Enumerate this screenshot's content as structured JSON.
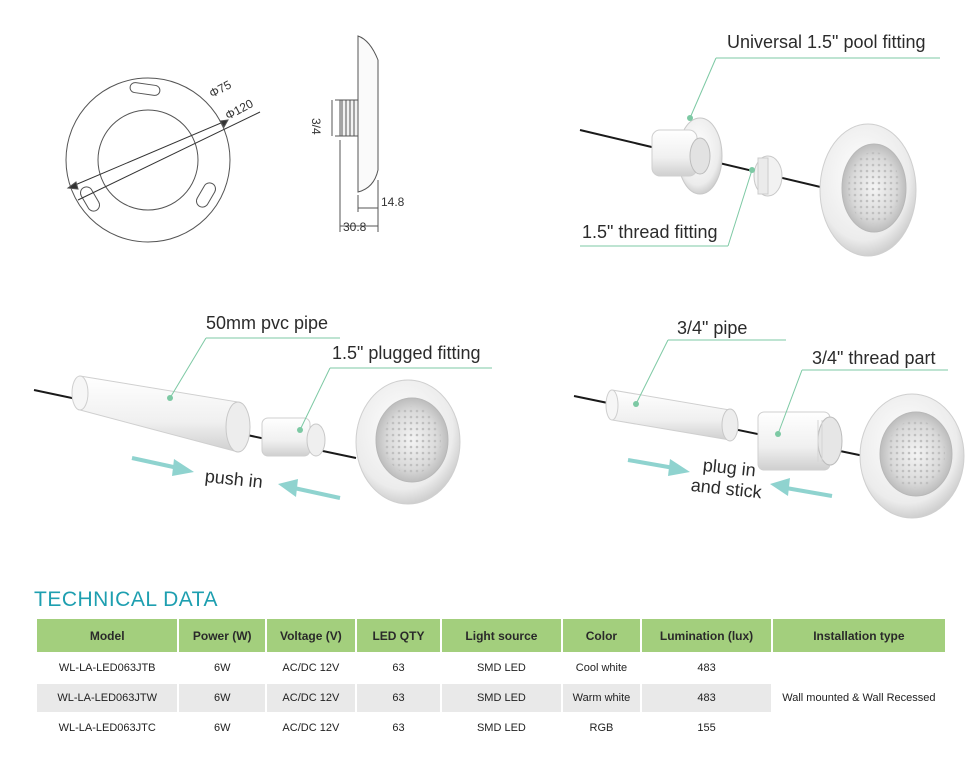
{
  "drawing": {
    "dim_outer": "Φ120",
    "dim_inner": "Φ75",
    "dim_thread": "3/4",
    "dim_depth_total": "30.8",
    "dim_depth_front": "14.8"
  },
  "callouts": {
    "pool_fitting": "Universal 1.5\" pool fitting",
    "thread_fitting": "1.5\" thread fitting",
    "pvc_pipe": "50mm pvc pipe",
    "plugged_fitting": "1.5\" plugged fitting",
    "push_in": "push in",
    "pipe_34": "3/4\" pipe",
    "thread_part": "3/4\" thread part",
    "plug_in": "plug in",
    "and_stick": "and stick"
  },
  "colors": {
    "accent": "#1e9fb0",
    "header_green": "#a3cf7d",
    "leader_green": "#7dc9a4",
    "arrow_teal": "#8fd3cf"
  },
  "technical": {
    "title": "TECHNICAL DATA",
    "headers": [
      "Model",
      "Power (W)",
      "Voltage (V)",
      "LED QTY",
      "Light source",
      "Color",
      "Lumination (lux)",
      "Installation type"
    ],
    "rows": [
      [
        "WL-LA-LED063JTB",
        "6W",
        "AC/DC 12V",
        "63",
        "SMD LED",
        "Cool white",
        "483"
      ],
      [
        "WL-LA-LED063JTW",
        "6W",
        "AC/DC 12V",
        "63",
        "SMD LED",
        "Warm white",
        "483"
      ],
      [
        "WL-LA-LED063JTC",
        "6W",
        "AC/DC 12V",
        "63",
        "SMD LED",
        "RGB",
        "155"
      ]
    ],
    "installation": "Wall mounted & Wall Recessed"
  }
}
